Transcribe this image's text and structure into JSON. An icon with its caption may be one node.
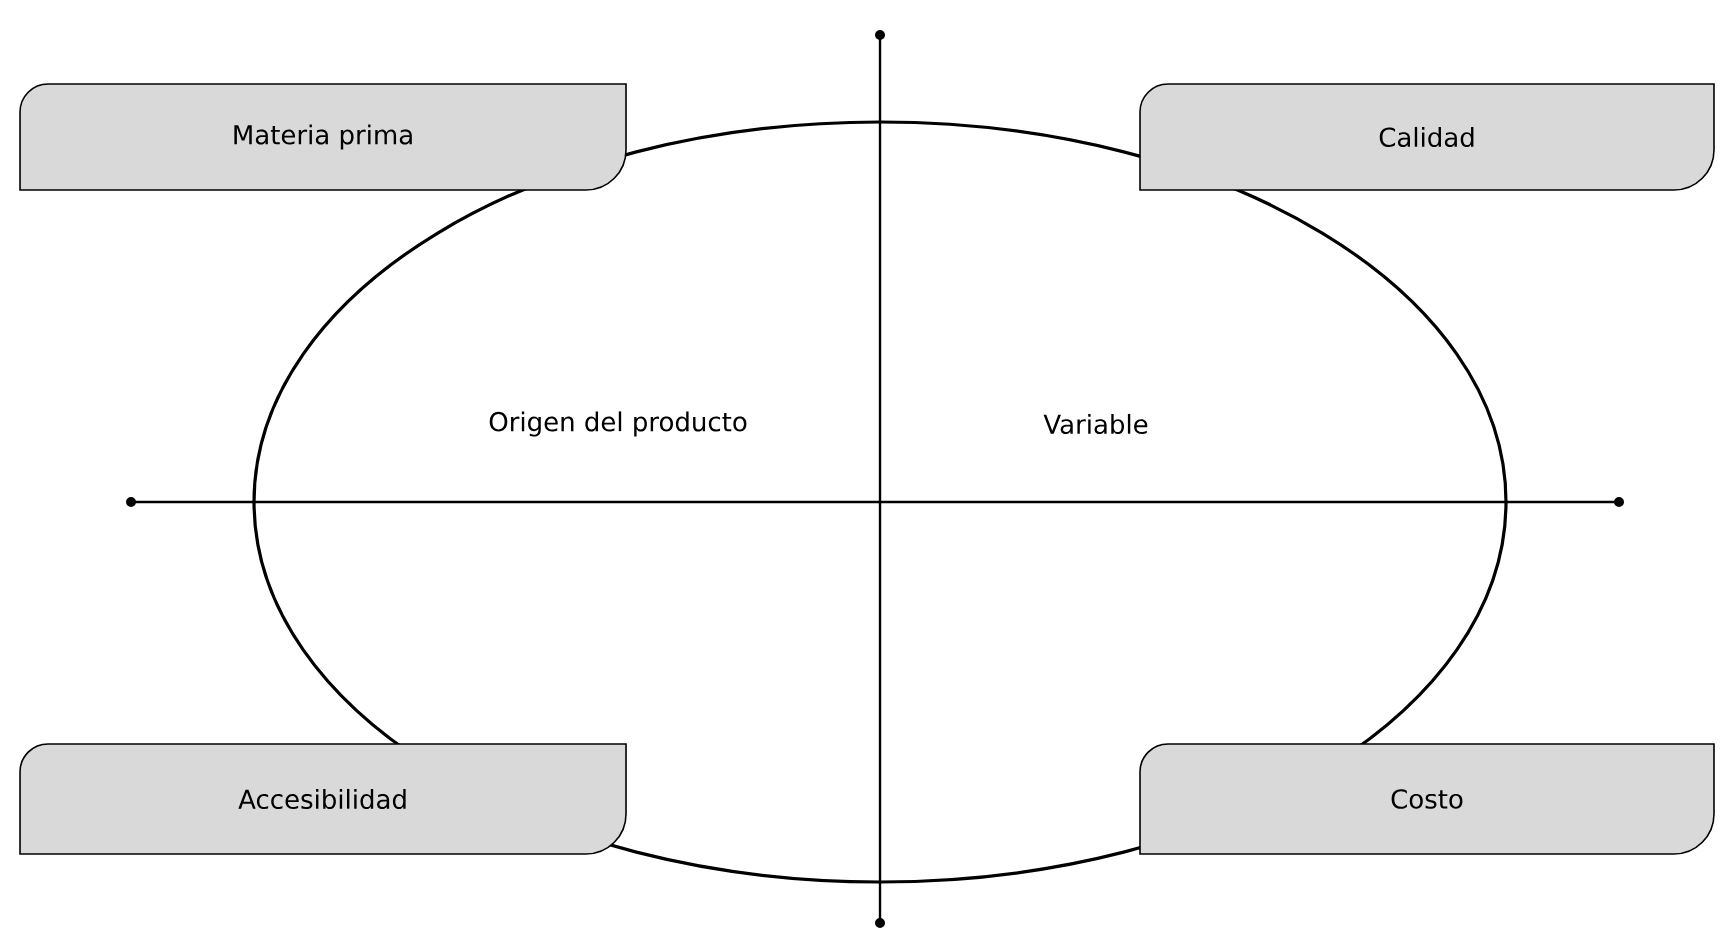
{
  "diagram": {
    "nodes": [
      {
        "text": [
          "Origen del producto",
          "Variable"
        ]
      },
      {
        "text": [
          "Materia prima"
        ]
      },
      {
        "text": [
          "Calidad"
        ]
      },
      {
        "text": [
          "Accesibilidad"
        ]
      },
      {
        "text": [
          "Costo"
        ]
      }
    ]
  }
}
